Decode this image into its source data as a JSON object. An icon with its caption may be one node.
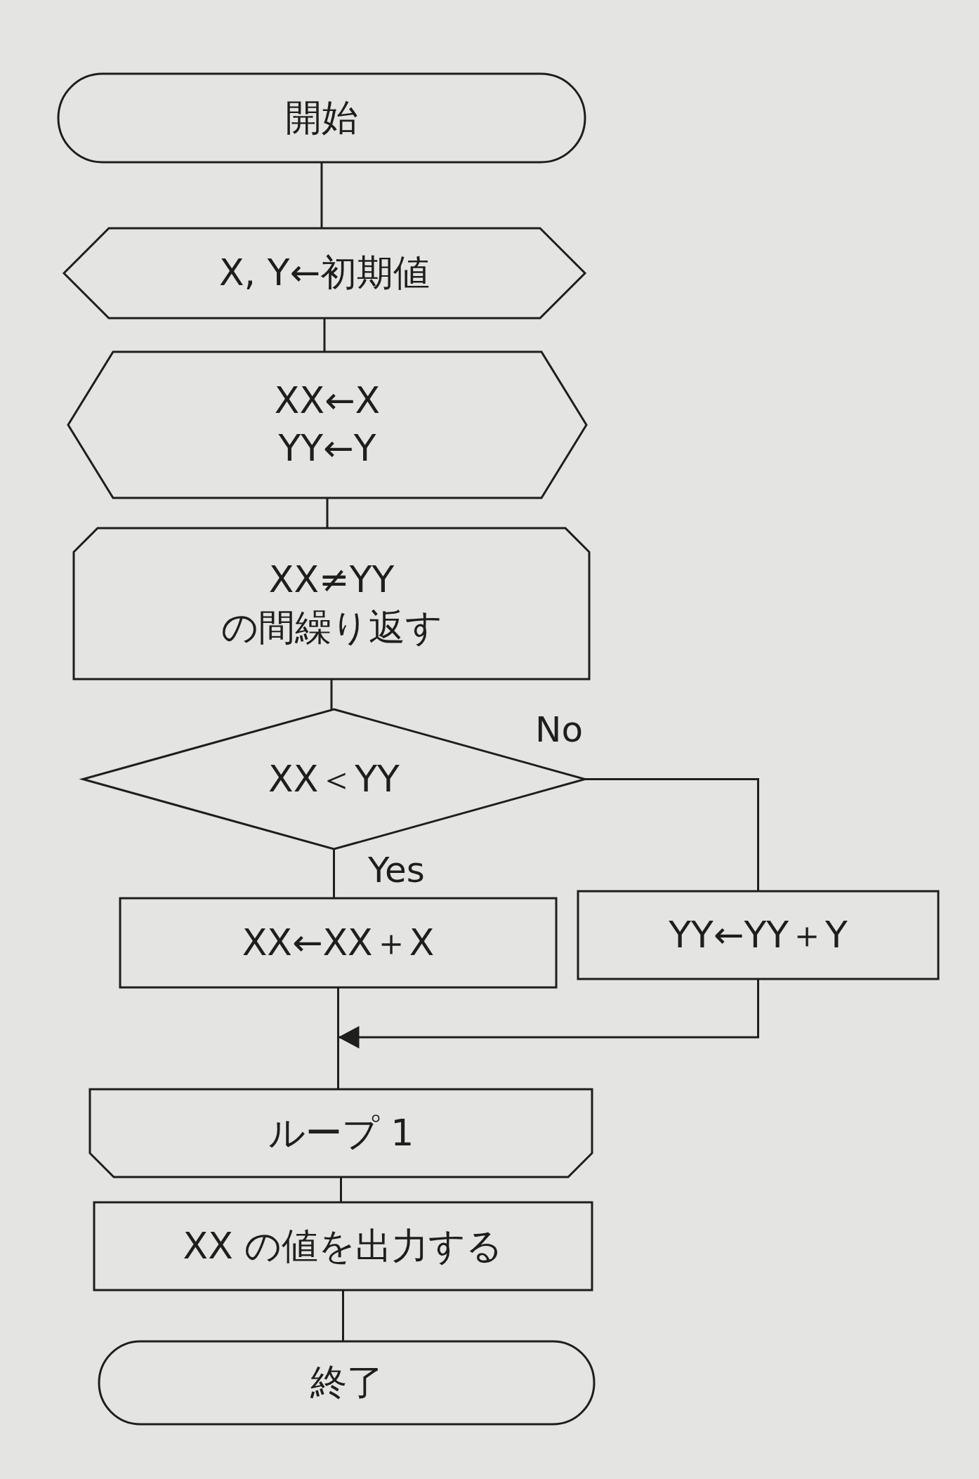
{
  "diagram": {
    "nodes": [
      {
        "text": [
          "開始"
        ]
      },
      {
        "text": [
          "X, Y←初期値"
        ]
      },
      {
        "text": [
          "XX←X YY←Y"
        ]
      },
      {
        "text": [
          "XX≠YY の間繰り返す"
        ]
      },
      {
        "text": [
          "XX＜YY"
        ]
      },
      {
        "text": [
          "XX←XX＋X"
        ]
      },
      {
        "text": [
          "YY←YY＋Y"
        ]
      },
      {
        "text": [
          "ループ 1"
        ]
      },
      {
        "text": [
          "XX の値を出力する"
        ]
      },
      {
        "text": [
          "終了"
        ]
      }
    ],
    "edges": [
      {
        "from": 0,
        "to": 1,
        "arrow": "none"
      },
      {
        "from": 1,
        "to": 2,
        "arrow": "none"
      },
      {
        "from": 2,
        "to": 3,
        "arrow": "none"
      },
      {
        "from": 3,
        "to": 4,
        "arrow": "none"
      },
      {
        "from": 4,
        "to": 5,
        "arrow": "none",
        "label": "Yes"
      },
      {
        "from": 4,
        "to": 6,
        "arrow": "none",
        "label": "No"
      },
      {
        "from": 5,
        "to": 7,
        "arrow": "none"
      },
      {
        "from": 6,
        "to": 7,
        "arrow": "to"
      },
      {
        "from": 7,
        "to": 8,
        "arrow": "none"
      },
      {
        "from": 8,
        "to": 9,
        "arrow": "none"
      }
    ]
  }
}
